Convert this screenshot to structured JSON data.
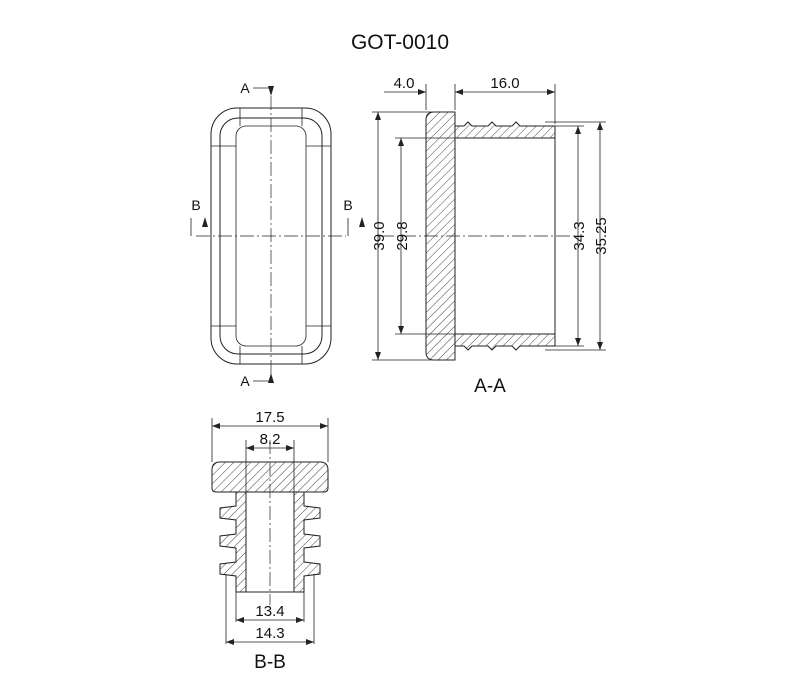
{
  "title": "GOT-0010",
  "section_marks": {
    "a_top": "A",
    "a_bottom": "A",
    "b_left": "B",
    "b_right": "B"
  },
  "section_titles": {
    "aa": "A-A",
    "bb": "B-B"
  },
  "dimensions": {
    "flange_thickness": "4.0",
    "body_length": "16.0",
    "overall_height": "39.0",
    "inner_height": "29.8",
    "rib_height": "34.3",
    "rib_height_max": "35.25",
    "cap_width": "17.5",
    "inner_width": "8.2",
    "body_width": "13.4",
    "rib_width": "14.3"
  },
  "colors": {
    "line": "#222222",
    "background": "#ffffff"
  }
}
